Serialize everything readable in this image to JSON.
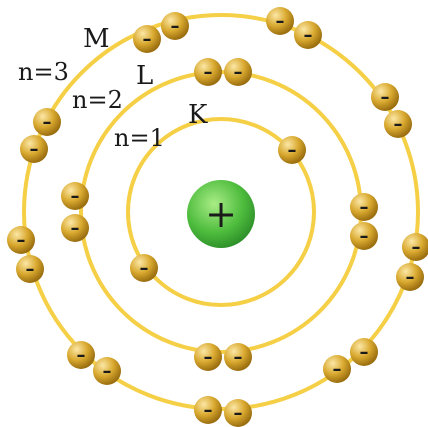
{
  "shells": [
    {
      "letter": "K",
      "n_label": "n=1",
      "electrons": 2
    },
    {
      "letter": "L",
      "n_label": "n=2",
      "electrons": 8
    },
    {
      "letter": "M",
      "n_label": "n=3",
      "electrons": 18
    }
  ],
  "nucleus": {
    "symbol": "+"
  },
  "electron": {
    "symbol": "–"
  },
  "colors": {
    "shell": "#f5cf45",
    "electron_light": "#f3d67a",
    "electron_dark": "#a67a14",
    "nucleus_light": "#9be37a",
    "nucleus_dark": "#2e9a2c"
  }
}
